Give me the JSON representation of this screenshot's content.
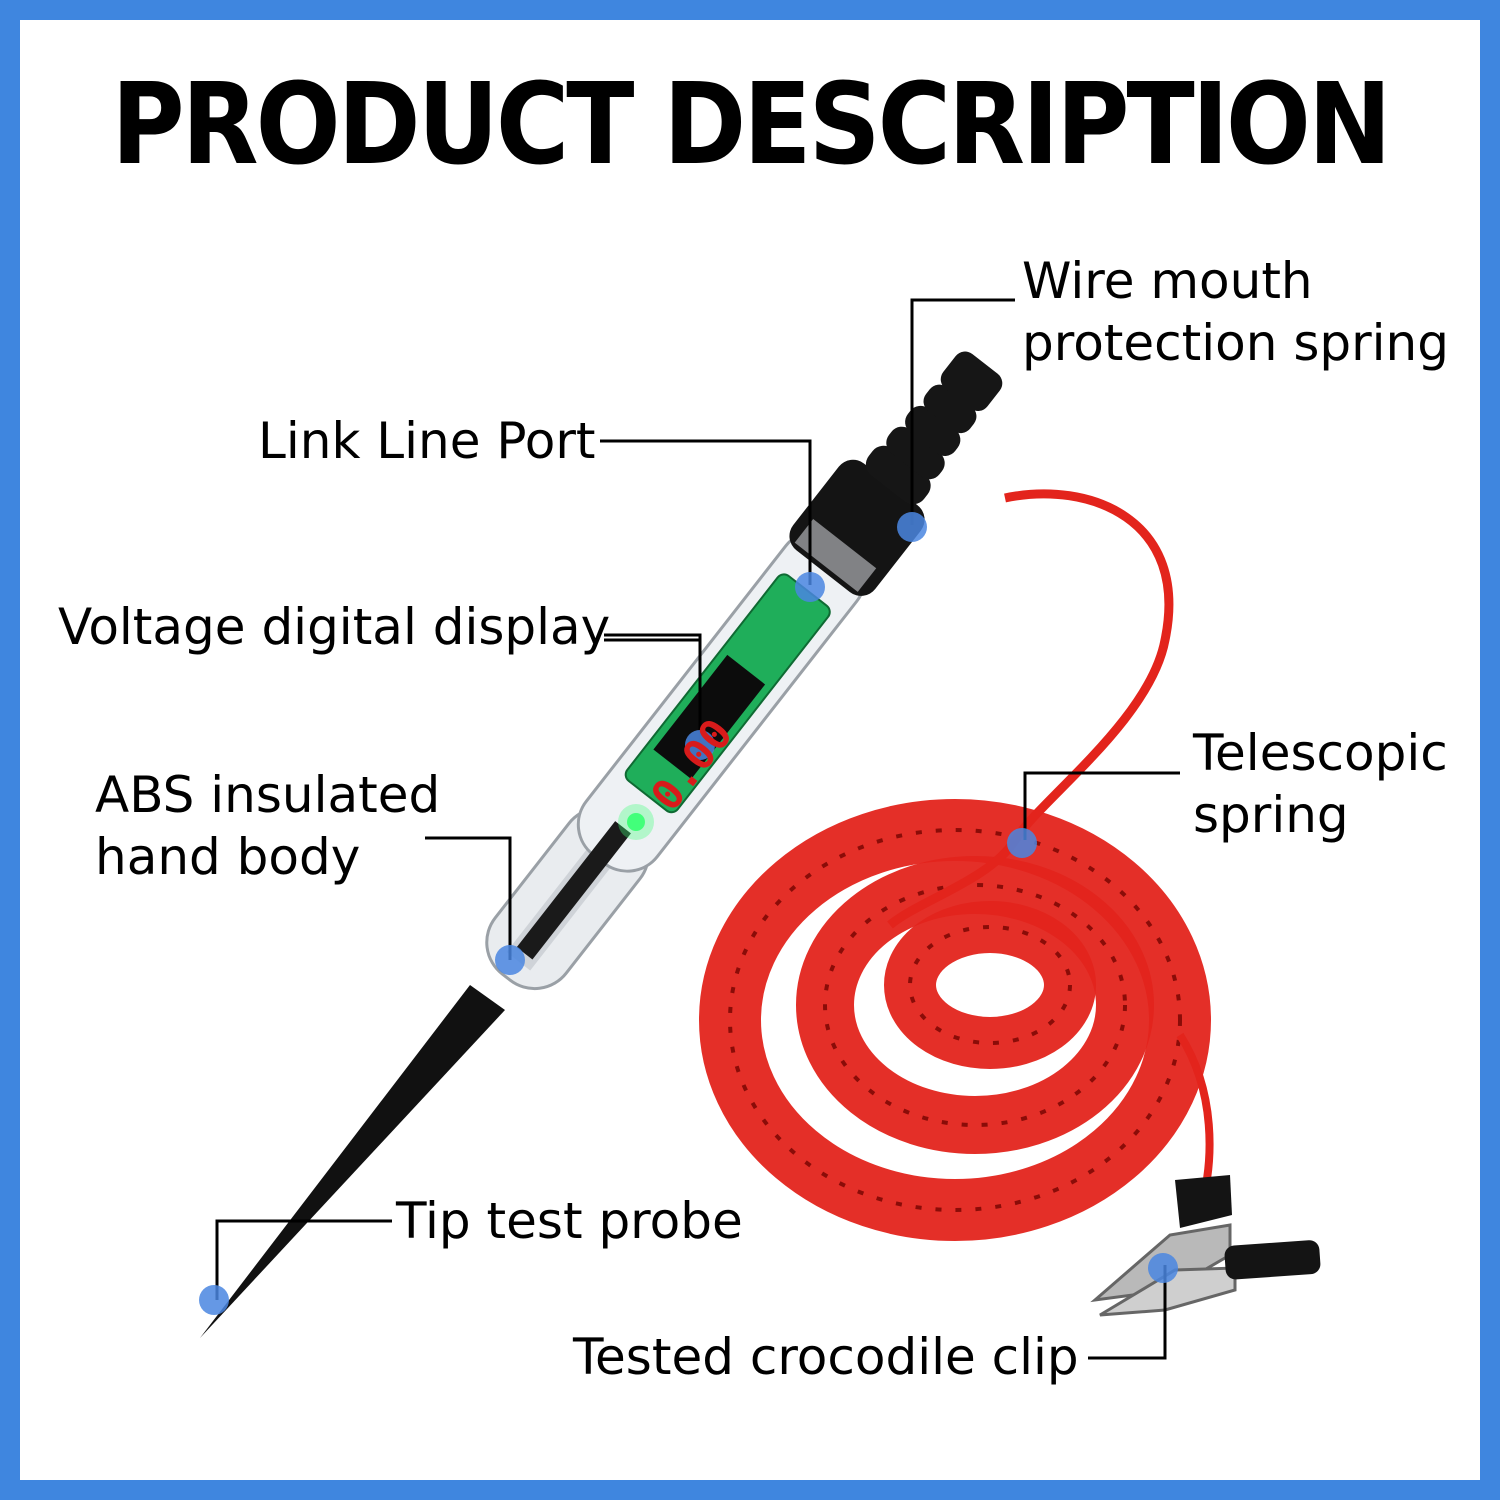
{
  "title": "PRODUCT DESCRIPTION",
  "colors": {
    "border": "#3f86df",
    "marker": "#4a86e0",
    "cable": "#e3241c",
    "probe_body": "#111111",
    "display_digits": "#d81b1b",
    "circuit_board": "#1fae5a"
  },
  "labels": {
    "wire_mouth_line1": "Wire mouth",
    "wire_mouth_line2": "protection spring",
    "link_line_port": "Link Line Port",
    "voltage_display": "Voltage digital display",
    "abs_line1": "ABS insulated",
    "abs_line2": "hand body",
    "telescopic_line1": "Telescopic",
    "telescopic_line2": "spring",
    "tip_probe": "Tip test probe",
    "crocodile_clip": "Tested crocodile clip"
  },
  "display_reading": "0.00"
}
